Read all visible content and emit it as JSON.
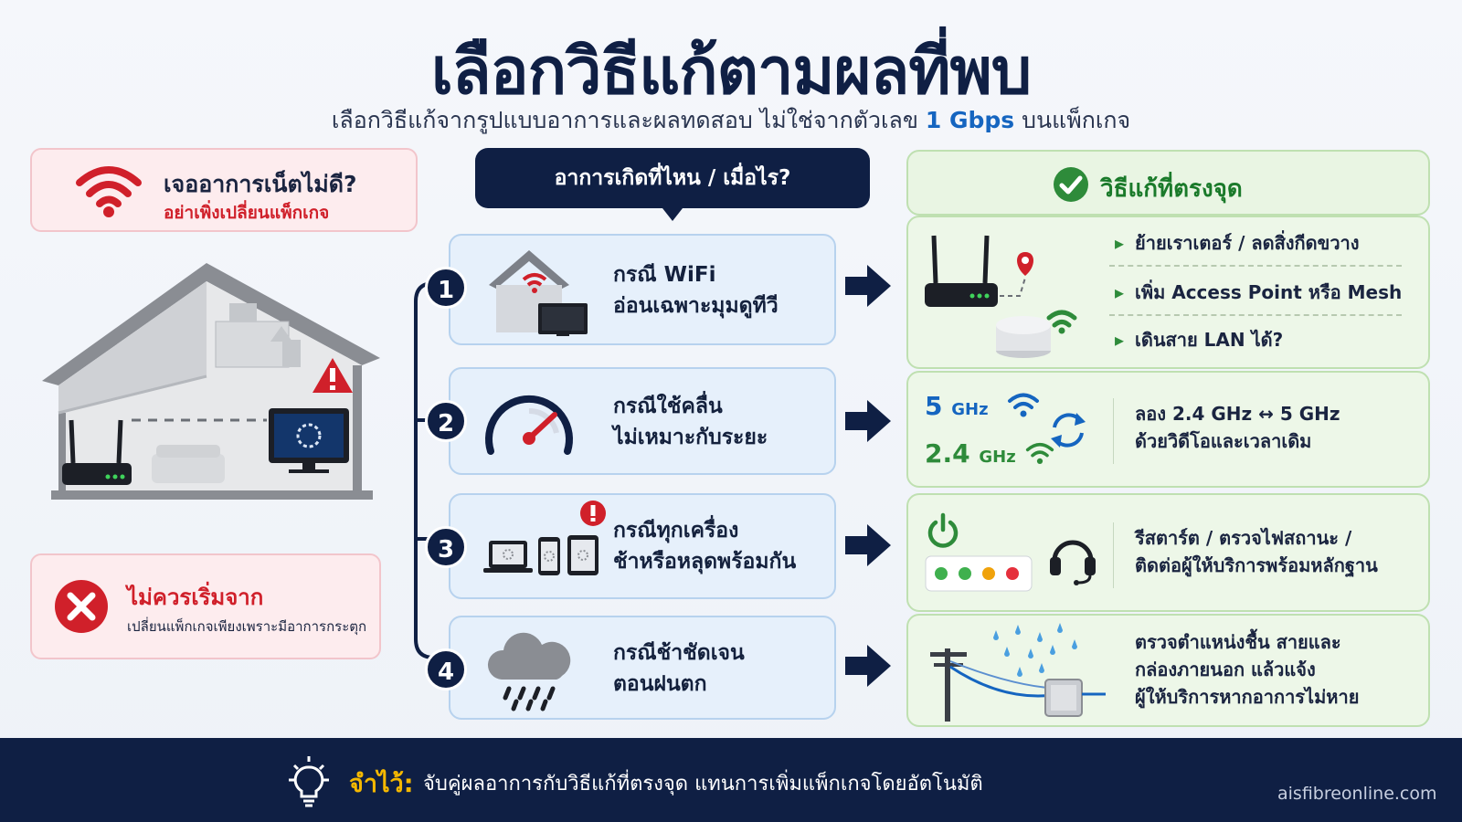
{
  "header": {
    "title": "เลือกวิธีแก้ตามผลที่พบ",
    "subtitle_before": "เลือกวิธีแก้จากรูปแบบอาการและผลทดสอบ ไม่ใช่จากตัวเลข",
    "subtitle_highlight": "1 Gbps",
    "subtitle_after": "บนแพ็กเกจ"
  },
  "warning": {
    "title": "เจออาการเน็ตไม่ดี?",
    "subtitle": "อย่าเพิ่งเปลี่ยนแพ็กเกจ"
  },
  "dont": {
    "title": "ไม่ควรเริ่มจาก",
    "subtitle": "เปลี่ยนแพ็กเกจเพียงเพราะมีอาการกระตุก"
  },
  "middle": {
    "header": "อาการเกิดที่ไหน / เมื่อไร?",
    "cases": [
      {
        "num": "1",
        "line1": "กรณี WiFi",
        "line2": "อ่อนเฉพาะมุมดูทีวี"
      },
      {
        "num": "2",
        "line1": "กรณีใช้คลื่น",
        "line2": "ไม่เหมาะกับระยะ"
      },
      {
        "num": "3",
        "line1": "กรณีทุกเครื่อง",
        "line2": "ช้าหรือหลุดพร้อมกัน"
      },
      {
        "num": "4",
        "line1": "กรณีช้าชัดเจน",
        "line2": "ตอนฝนตก"
      }
    ]
  },
  "right": {
    "header": "วิธีแก้ที่ตรงจุด",
    "sol1": [
      "ย้ายเราเตอร์ / ลดสิ่งกีดขวาง",
      "เพิ่ม Access Point หรือ Mesh",
      "เดินสาย LAN ได้?"
    ],
    "sol2": {
      "band5": "5",
      "band24": "2.4",
      "unit": "GHz",
      "line1": "ลอง 2.4 GHz ↔ 5 GHz",
      "line2": "ด้วยวิดีโอและเวลาเดิม"
    },
    "sol3": {
      "line1": "รีสตาร์ต / ตรวจไฟสถานะ /",
      "line2": "ติดต่อผู้ให้บริการพร้อมหลักฐาน"
    },
    "sol4": {
      "line1": "ตรวจตำแหน่งชื้น สายและ",
      "line2": "กล่องภายนอก แล้วแจ้ง",
      "line3": "ผู้ให้บริการหากอาการไม่หาย"
    }
  },
  "footer": {
    "key": "จำไว้:",
    "text": "จับคู่ผลอาการกับวิธีแก้ที่ตรงจุด แทนการเพิ่มแพ็กเกจโดยอัตโนมัติ",
    "site": "aisfibreonline.com"
  },
  "colors": {
    "navy": "#0f1f44",
    "red": "#d0202a",
    "green": "#2e8b3a",
    "blue": "#1565c0",
    "highlight": "#f5b800"
  }
}
